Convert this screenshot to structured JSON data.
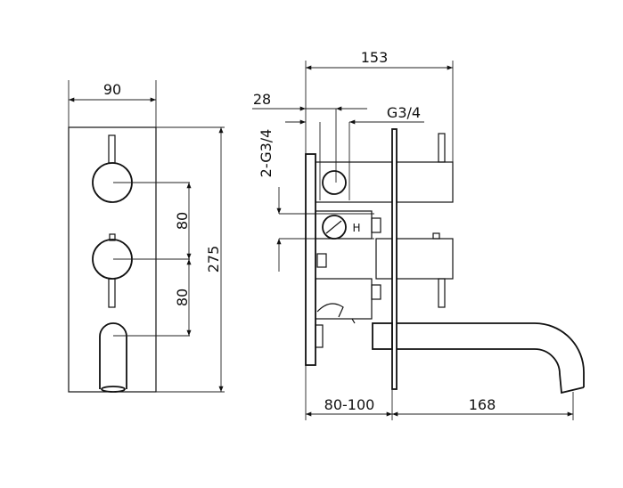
{
  "front_view": {
    "width_dim": "90",
    "height_dim": "275",
    "spacing_upper": "80",
    "spacing_lower": "80"
  },
  "side_view": {
    "depth_dim": "153",
    "offset_dim": "28",
    "outlet_thread": "G3/4",
    "inlet_thread": "2-G3/4",
    "hot_marker": "H",
    "wall_depth_dim": "80-100",
    "spout_projection_dim": "168"
  },
  "colors": {
    "line": "#111111",
    "background": "#ffffff"
  }
}
